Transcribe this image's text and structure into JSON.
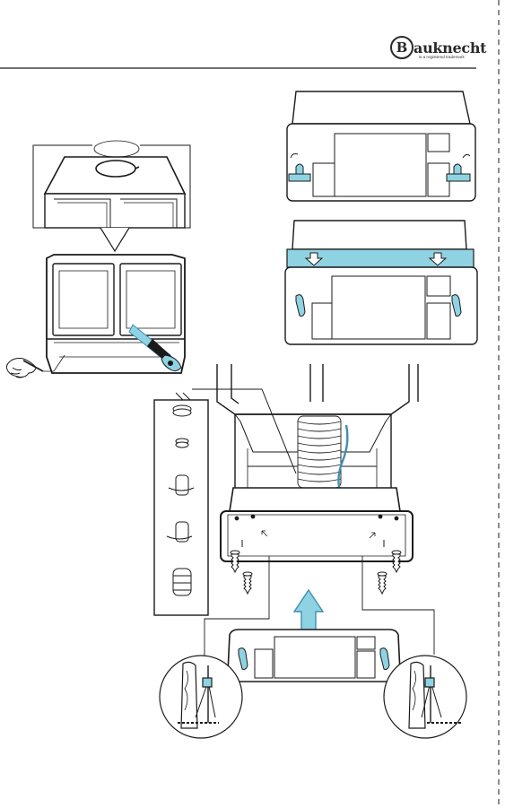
{
  "header": {
    "brand": "Bauknecht",
    "brand_initial": "B",
    "brand_rest": "auknecht",
    "trademark_note": "is a registered trademark"
  },
  "colors": {
    "line": "#1a1a1a",
    "accent": "#8fd3e3",
    "accent_dark": "#3f8fb0",
    "fill": "#ffffff"
  },
  "icons": {
    "logo": "bauknecht-logo",
    "hand": "hand-holding-pencil-icon",
    "saw": "jigsaw-icon",
    "arrow": "upward-arrow-icon",
    "screw": "screw-icon",
    "dowel": "wall-plug-icon"
  }
}
